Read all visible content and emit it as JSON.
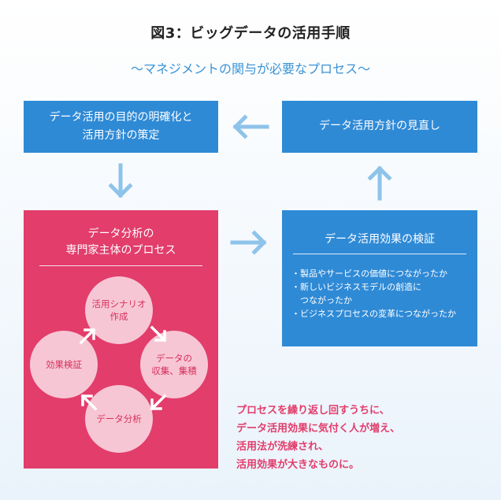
{
  "title": "図3：ビッグデータの活用手順",
  "subtitle": "〜マネジメントの関与が必要なプロセス〜",
  "boxes": {
    "plan": {
      "line1": "データ活用の目的の明確化と",
      "line2": "活用方針の策定"
    },
    "review": {
      "label": "データ活用方針の見直し"
    },
    "analysis": {
      "line1": "データ分析の",
      "line2": "専門家主体のプロセス",
      "cycle": {
        "scenario": {
          "line1": "活用シナリオ",
          "line2": "作成"
        },
        "collect": {
          "line1": "データの",
          "line2": "収集、集積"
        },
        "analyze": {
          "label": "データ分析"
        },
        "verify": {
          "label": "効果検証"
        }
      }
    },
    "verify": {
      "title": "データ活用効果の検証",
      "items": [
        "・製品やサービスの価値につながったか",
        "・新しいビジネスモデルの創造に",
        "　つながったか",
        "・ビジネスプロセスの変革につながったか"
      ]
    }
  },
  "note": {
    "lines": [
      "プロセスを繰り返し回すうちに、",
      "データ活用効果に気付く人が増え、",
      "活用法が洗練され、",
      "活用効果が大きなものに。"
    ]
  },
  "colors": {
    "blue": "#2f8ad6",
    "pink": "#e23d6b",
    "light_pink": "#f7c6d4",
    "arrow_blue": "#8ec3ea",
    "subtitle_blue": "#3a93d6"
  }
}
